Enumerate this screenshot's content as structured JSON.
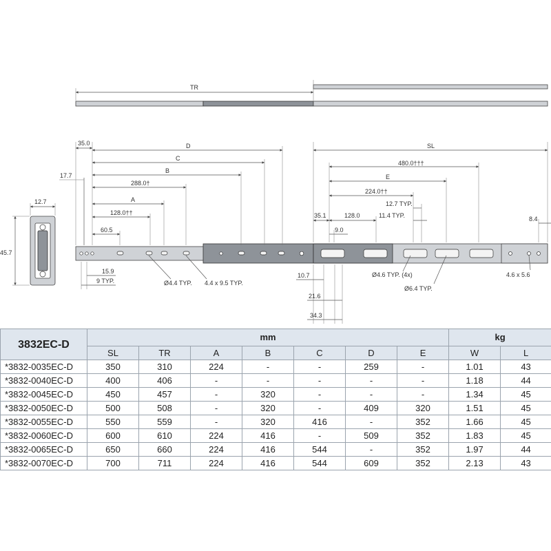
{
  "drawing": {
    "tr_label": "TR",
    "sl_label": "SL",
    "section_width": "12.7",
    "section_height": "45.7",
    "left_dims": {
      "d35": "35.0",
      "D": "D",
      "C": "C",
      "B": "B",
      "d288": "288.0†",
      "A": "A",
      "d128": "128.0††",
      "d605": "60.5",
      "d177": "17.7",
      "d159": "15.9",
      "d9typ": "9 TYP.",
      "hole44": "Ø4.4 TYP.",
      "slot44": "4.4 x 9.5 TYP."
    },
    "right_dims": {
      "d480": "480.0†††",
      "E": "E",
      "d224": "224.0††",
      "d127typ": "12.7 TYP.",
      "d351": "35.1",
      "d1280": "128.0",
      "d114typ": "11.4 TYP.",
      "d90": "9.0",
      "d84": "8.4",
      "d107": "10.7",
      "d216": "21.6",
      "d343": "34.3",
      "hole46": "Ø4.6 TYP. (4x)",
      "hole64": "Ø6.4 TYP.",
      "slot46": "4.6 x 5.6"
    }
  },
  "table": {
    "model": "3832EC-D",
    "group_mm": "mm",
    "group_kg": "kg",
    "columns": [
      "SL",
      "TR",
      "A",
      "B",
      "C",
      "D",
      "E",
      "W",
      "L"
    ],
    "rows": [
      [
        "*3832-0035EC-D",
        "350",
        "310",
        "224",
        "-",
        "-",
        "259",
        "-",
        "1.01",
        "43"
      ],
      [
        "*3832-0040EC-D",
        "400",
        "406",
        "-",
        "-",
        "-",
        "-",
        "-",
        "1.18",
        "44"
      ],
      [
        "*3832-0045EC-D",
        "450",
        "457",
        "-",
        "320",
        "-",
        "-",
        "-",
        "1.34",
        "45"
      ],
      [
        "*3832-0050EC-D",
        "500",
        "508",
        "-",
        "320",
        "-",
        "409",
        "320",
        "1.51",
        "45"
      ],
      [
        "*3832-0055EC-D",
        "550",
        "559",
        "-",
        "320",
        "416",
        "-",
        "352",
        "1.66",
        "45"
      ],
      [
        "*3832-0060EC-D",
        "600",
        "610",
        "224",
        "416",
        "-",
        "509",
        "352",
        "1.83",
        "45"
      ],
      [
        "*3832-0065EC-D",
        "650",
        "660",
        "224",
        "416",
        "544",
        "-",
        "352",
        "1.97",
        "44"
      ],
      [
        "*3832-0070EC-D",
        "700",
        "711",
        "224",
        "416",
        "544",
        "609",
        "352",
        "2.13",
        "43"
      ]
    ]
  }
}
